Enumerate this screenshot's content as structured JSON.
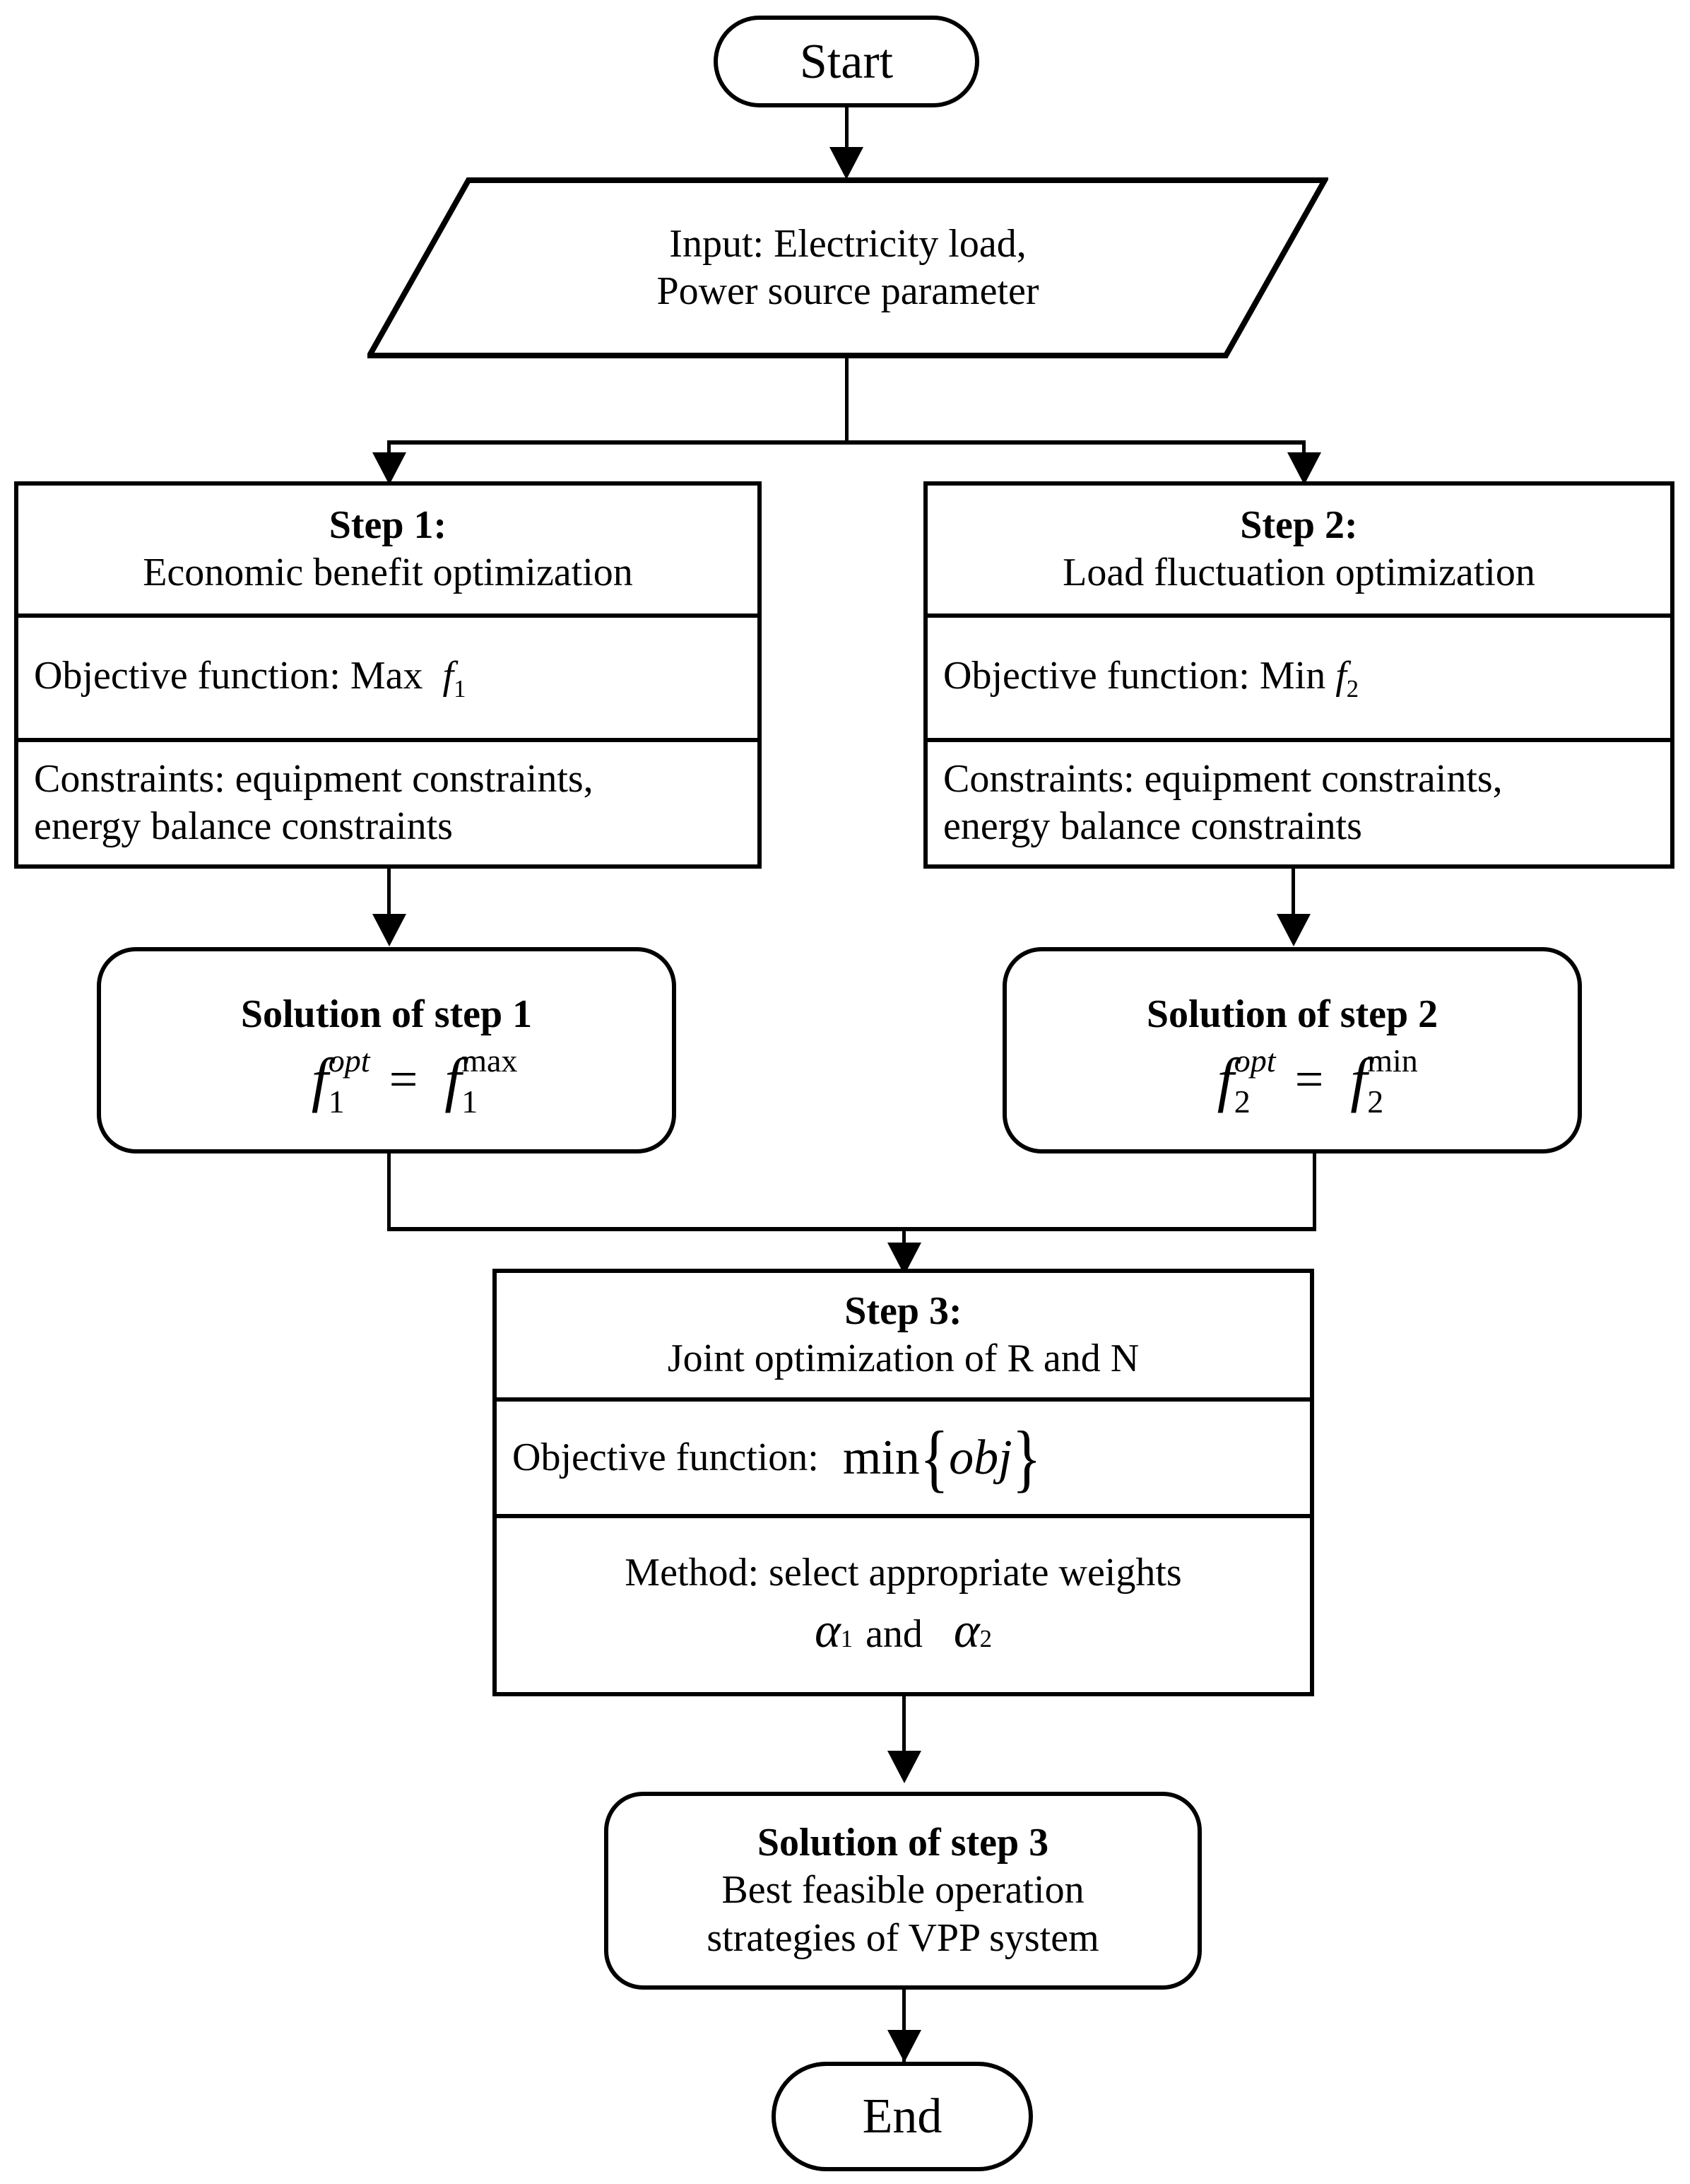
{
  "diagram": {
    "title": "VPP multi-step optimization flowchart",
    "stroke_color": "#000000",
    "background_color": "#ffffff"
  },
  "nodes": {
    "start": {
      "label": "Start",
      "shape": "terminator"
    },
    "input": {
      "line1": "Input: Electricity load,",
      "line2": "Power source parameter",
      "shape": "parallelogram"
    },
    "step1": {
      "title": "Step 1:",
      "subtitle": "Economic benefit optimization",
      "objective_prefix": "Objective function: Max",
      "objective_symbol": "f",
      "objective_subscript": "1",
      "constraints_line1": "Constraints: equipment constraints,",
      "constraints_line2": "energy balance constraints",
      "shape": "process"
    },
    "step2": {
      "title": "Step 2:",
      "subtitle": "Load fluctuation optimization",
      "objective_prefix": "Objective function: Min",
      "objective_symbol": "f",
      "objective_subscript": "2",
      "constraints_line1": "Constraints: equipment constraints,",
      "constraints_line2": "energy balance constraints",
      "shape": "process"
    },
    "solution1": {
      "title": "Solution of step 1",
      "equation": {
        "lhs_symbol": "f",
        "lhs_superscript": "opt",
        "lhs_subscript": "1",
        "operator": "=",
        "rhs_symbol": "f",
        "rhs_superscript": "max",
        "rhs_subscript": "1",
        "text": "f_1^opt = f_1^max"
      },
      "shape": "rounded-process"
    },
    "solution2": {
      "title": "Solution of step 2",
      "equation": {
        "lhs_symbol": "f",
        "lhs_superscript": "opt",
        "lhs_subscript": "2",
        "operator": "=",
        "rhs_symbol": "f",
        "rhs_superscript": "min",
        "rhs_subscript": "2",
        "text": "f_2^opt = f_2^min"
      },
      "shape": "rounded-process"
    },
    "step3": {
      "title": "Step 3:",
      "subtitle": "Joint optimization of R and N",
      "objective_prefix": "Objective function:",
      "objective_min": "min",
      "objective_brace_open": "{",
      "objective_obj": "obj",
      "objective_brace_close": "}",
      "method_line1": "Method: select appropriate weights",
      "method_alpha1": "α",
      "method_alpha1_sub": "1",
      "method_and": "and",
      "method_alpha2": "α",
      "method_alpha2_sub": "2",
      "shape": "process"
    },
    "solution3": {
      "title": "Solution of step 3",
      "line1": "Best feasible operation",
      "line2": "strategies of VPP system",
      "shape": "rounded-process"
    },
    "end": {
      "label": "End",
      "shape": "terminator"
    }
  },
  "edges": [
    {
      "from": "start",
      "to": "input",
      "type": "arrow-down"
    },
    {
      "from": "input",
      "to": "step1",
      "type": "split-arrow-down-left"
    },
    {
      "from": "input",
      "to": "step2",
      "type": "split-arrow-down-right"
    },
    {
      "from": "step1",
      "to": "solution1",
      "type": "arrow-down"
    },
    {
      "from": "step2",
      "to": "solution2",
      "type": "arrow-down"
    },
    {
      "from": "solution1",
      "to": "step3",
      "type": "merge-arrow-down"
    },
    {
      "from": "solution2",
      "to": "step3",
      "type": "merge-arrow-down"
    },
    {
      "from": "step3",
      "to": "solution3",
      "type": "arrow-down"
    },
    {
      "from": "solution3",
      "to": "end",
      "type": "arrow-down"
    }
  ]
}
